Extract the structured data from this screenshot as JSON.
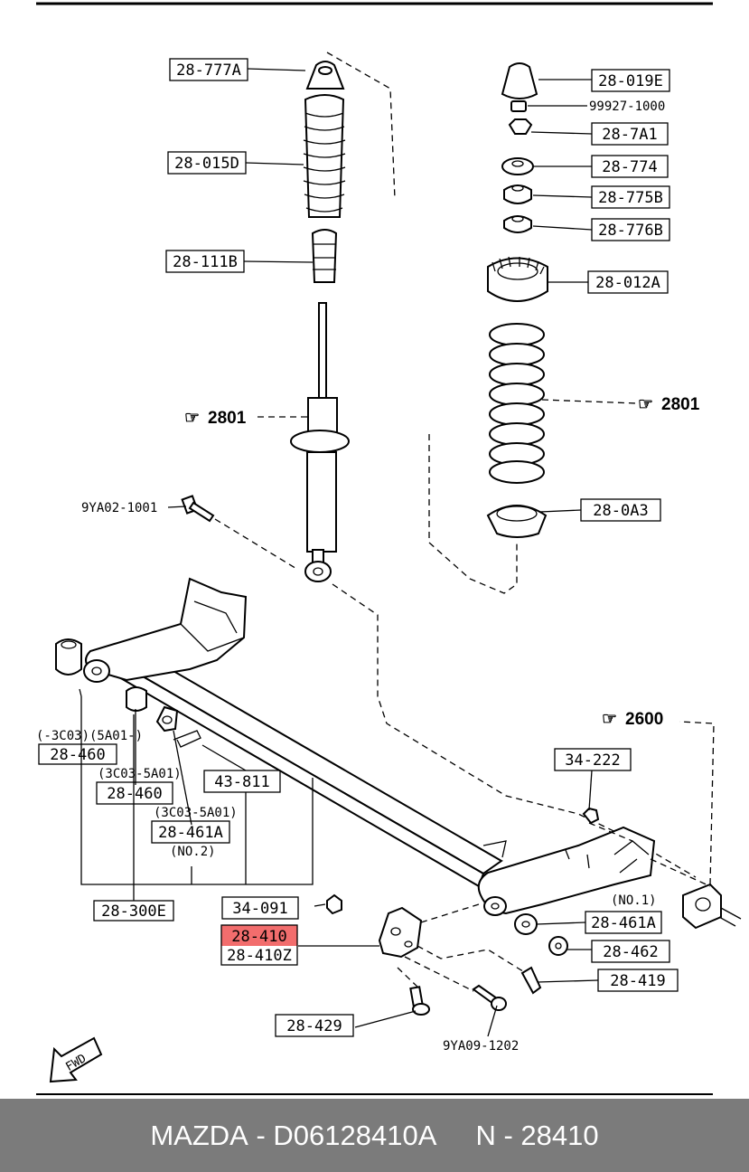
{
  "parts": {
    "p28_777A": "28-777A",
    "p28_015D": "28-015D",
    "p28_111B": "28-111B",
    "p28_019E": "28-019E",
    "p99927": "99927-1000",
    "p28_7A1": "28-7A1",
    "p28_774": "28-774",
    "p28_775B": "28-775B",
    "p28_776B": "28-776B",
    "p28_012A": "28-012A",
    "p28_0A3": "28-0A3",
    "p9YA02": "9YA02-1001",
    "ref2801a": "2801",
    "ref2801b": "2801",
    "ref2600": "2600",
    "note_3c03_5a01": "(-3C03)(5A01-)",
    "p28_460a": "28-460",
    "note_3c03_5a01_b": "(3C03-5A01)",
    "p28_460b": "28-460",
    "note_3c03_5a01_c": "(3C03-5A01)",
    "p28_461A_a": "28-461A",
    "note_no2": "(NO.2)",
    "p43_811": "43-811",
    "p34_222": "34-222",
    "p28_300E": "28-300E",
    "p34_091": "34-091",
    "p28_410": "28-410",
    "p28_410Z": "28-410Z",
    "note_no1": "(NO.1)",
    "p28_461A_b": "28-461A",
    "p28_462": "28-462",
    "p28_419": "28-419",
    "p28_429": "28-429",
    "p9YA09": "9YA09-1202",
    "fwd": "FWD"
  },
  "highlight_color": "#f26d6d",
  "footer": {
    "brand": "MAZDA",
    "part_number": "D06128410A",
    "catalog_ref": "N - 28410",
    "background": "#7b7b7b"
  }
}
